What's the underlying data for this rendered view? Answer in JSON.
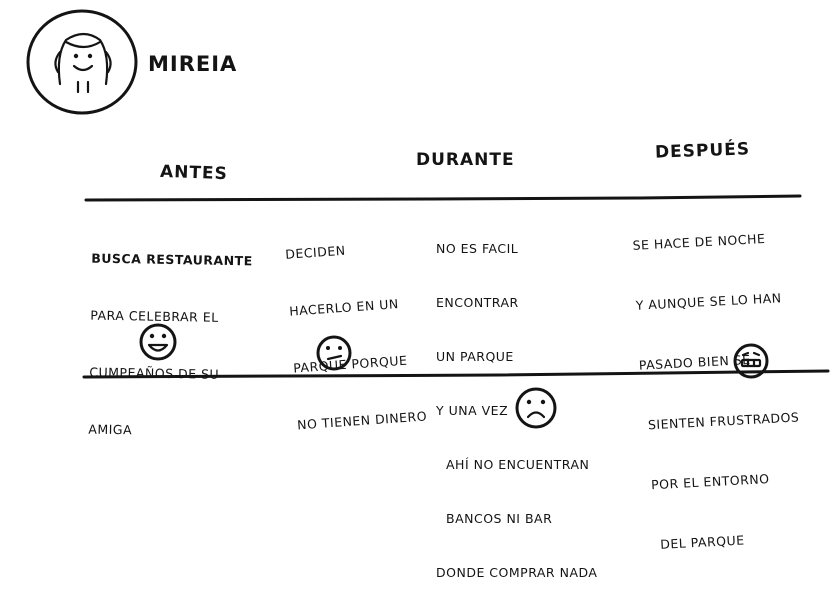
{
  "persona": {
    "name": "MIREIA"
  },
  "phases": {
    "antes": "ANTES",
    "durante": "DURANTE",
    "despues": "DESPUÉS"
  },
  "notes": [
    {
      "lines": [
        "BUSCA RESTAURANTE",
        "PARA CELEBRAR EL",
        "CUMPEAÑOS DE SU",
        "AMIGA"
      ],
      "emotion": "happy"
    },
    {
      "lines": [
        "DECIDEN",
        "HACERLO EN UN",
        "PARQUE PORQUE",
        "NO TIENEN DINERO"
      ],
      "emotion": "neutral"
    },
    {
      "lines": [
        "NO ES FACIL",
        "ENCONTRAR",
        "UN PARQUE",
        "Y UNA VEZ",
        "AHÍ NO ENCUENTRAN",
        "BANCOS NI BAR",
        "DONDE COMPRAR NADA"
      ],
      "emotion": "sad"
    },
    {
      "lines": [
        "SE HACE DE NOCHE",
        "Y AUNQUE SE LO HAN",
        "PASADO BIEN SE",
        "SIENTEN FRUSTRADOS",
        "POR EL ENTORNO",
        "DEL PARQUE"
      ],
      "emotion": "grimace"
    }
  ],
  "icons": [
    "persona-avatar-icon",
    "happy-face-icon",
    "neutral-face-icon",
    "sad-face-icon",
    "grimace-face-icon"
  ]
}
